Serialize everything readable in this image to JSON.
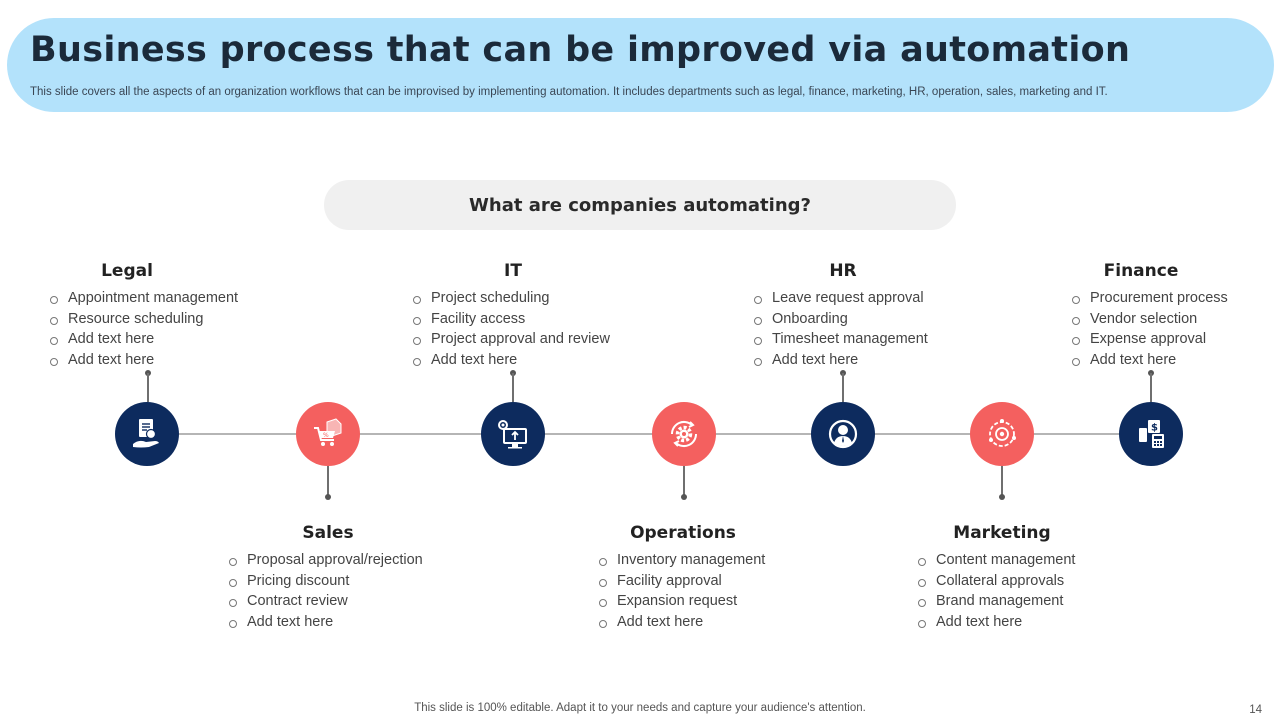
{
  "header": {
    "title": "Business process that can be improved via automation",
    "subtitle": "This slide covers all the aspects of an organization workflows that can be improvised by implementing automation. It includes departments such as legal, finance, marketing, HR, operation, sales, marketing and IT."
  },
  "question": "What are companies automating?",
  "departments": [
    {
      "name": "Legal",
      "icon": "legal-document-hand-icon",
      "items": [
        "Appointment management",
        "Resource scheduling",
        "Add text here",
        "Add text here"
      ]
    },
    {
      "name": "Sales",
      "icon": "shopping-cart-box-icon",
      "items": [
        "Proposal approval/rejection",
        "Pricing discount",
        "Contract review",
        "Add text here"
      ]
    },
    {
      "name": "IT",
      "icon": "computer-upload-gear-icon",
      "items": [
        "Project scheduling",
        "Facility access",
        "Project approval and review",
        "Add text here"
      ]
    },
    {
      "name": "Operations",
      "icon": "gear-cycle-icon",
      "items": [
        "Inventory management",
        "Facility approval",
        "Expansion request",
        "Add text here"
      ]
    },
    {
      "name": "HR",
      "icon": "user-profile-icon",
      "items": [
        "Leave request approval",
        "Onboarding",
        "Timesheet management",
        "Add text here"
      ]
    },
    {
      "name": "Marketing",
      "icon": "marketing-target-cycle-icon",
      "items": [
        "Content management",
        "Collateral approvals",
        "Brand management",
        "Add text here"
      ]
    },
    {
      "name": "Finance",
      "icon": "dollar-calculator-icon",
      "items": [
        "Procurement process",
        "Vendor selection",
        "Expense approval",
        "Add text here"
      ]
    }
  ],
  "colors": {
    "navy": "#0d2b5e",
    "coral": "#f4605f",
    "header_bg": "#b3e2fb"
  },
  "footer": "This slide is 100% editable. Adapt it to your needs and capture your audience's attention.",
  "page_number": "14"
}
